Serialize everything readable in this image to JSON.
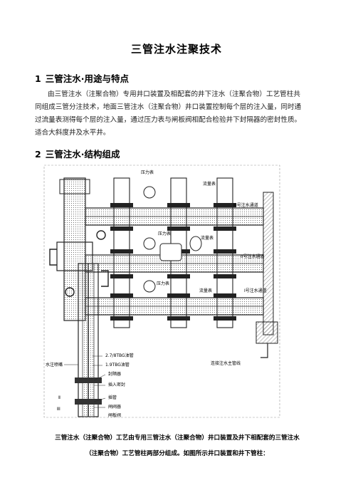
{
  "document": {
    "title": "三管注水注聚技术",
    "section1": {
      "number": "1",
      "heading": "三管注水·用途与特点"
    },
    "paragraph_lines": [
      "由三管注水（注聚合物）专用井口装置及相配套的井下注水（注聚合物）工艺管柱共",
      "同组成三管分注技术，地面三管注水（注聚合物）井口装置控制每个层的注入量，同时通",
      "过流量表测得每个层的注入量，通过压力表与闸板阀相配合检验井下封隔器的密封性质。",
      "适合大斜度井及水平井。"
    ],
    "section2": {
      "number": "2",
      "heading": "三管注水·结构组成"
    },
    "caption_lines": [
      "三管注水（注聚合物）工艺由专用三管注水（注聚合物）井口装置及井下相配套的三管注水",
      "（注聚合物）工艺管柱两部分组成。如图所示井口装置和井下管柱："
    ]
  },
  "diagram_labels": {
    "pressure_gauge_top": "压力表",
    "flow_meter_top": "流量表",
    "channel_3": "ⅡⅠ号注水通道",
    "pressure_gauge_mid": "压力表",
    "flow_meter_mid": "流量表",
    "channel_2": "ⅠⅠ号注水通道",
    "pressure_gauge_low": "压力表",
    "flow_meter_low": "流量表",
    "channel_1": "Ⅰ号注水通道",
    "main_pipe": "连接注水主管线",
    "tubing_27": "2.7/8TBG油管",
    "tubing_19": "1.9TBG油管",
    "water_nozzle": "水注喷嘴",
    "packer": "封隔器",
    "insert_seal": "插入密封",
    "casing": "插管",
    "gate_valve": "闸阀器",
    "bottom_valve": "闸板阀",
    "layer_2": "Ⅱ",
    "layer_3": "ⅡⅠ"
  }
}
